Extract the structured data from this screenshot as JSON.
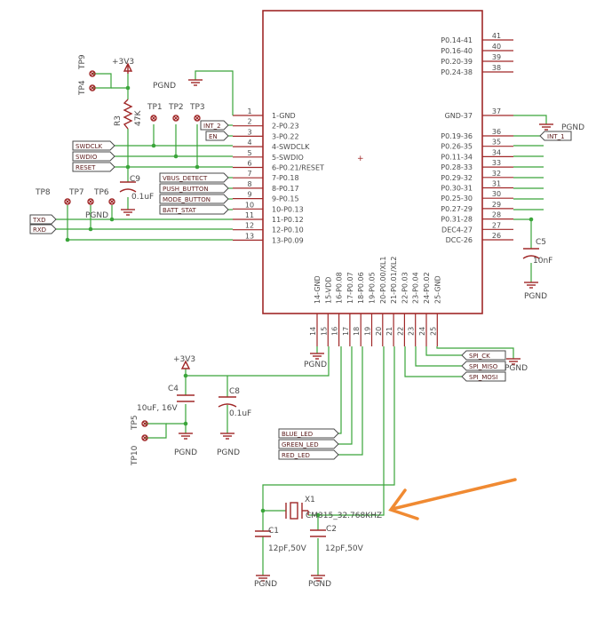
{
  "ic": {
    "left_pins": [
      {
        "num": "1",
        "name": "1-GND"
      },
      {
        "num": "2",
        "name": "2-P0.23"
      },
      {
        "num": "3",
        "name": "3-P0.22"
      },
      {
        "num": "4",
        "name": "4-SWDCLK"
      },
      {
        "num": "5",
        "name": "5-SWDIO"
      },
      {
        "num": "6",
        "name": "6-P0.21/RESET"
      },
      {
        "num": "7",
        "name": "7-P0.18"
      },
      {
        "num": "8",
        "name": "8-P0.17"
      },
      {
        "num": "9",
        "name": "9-P0.15"
      },
      {
        "num": "10",
        "name": "10-P0.13"
      },
      {
        "num": "11",
        "name": "11-P0.12"
      },
      {
        "num": "12",
        "name": "12-P0.10"
      },
      {
        "num": "13",
        "name": "13-P0.09"
      }
    ],
    "right_top_pins": [
      {
        "num": "41",
        "name": "P0.14-41"
      },
      {
        "num": "40",
        "name": "P0.16-40"
      },
      {
        "num": "39",
        "name": "P0.20-39"
      },
      {
        "num": "38",
        "name": "P0.24-38"
      }
    ],
    "gnd37": {
      "num": "37",
      "name": "GND-37"
    },
    "right_pins": [
      {
        "num": "36",
        "name": "P0.19-36"
      },
      {
        "num": "35",
        "name": "P0.26-35"
      },
      {
        "num": "34",
        "name": "P0.11-34"
      },
      {
        "num": "33",
        "name": "P0.28-33"
      },
      {
        "num": "32",
        "name": "P0.29-32"
      },
      {
        "num": "31",
        "name": "P0.30-31"
      },
      {
        "num": "30",
        "name": "P0.25-30"
      },
      {
        "num": "29",
        "name": "P0.27-29"
      },
      {
        "num": "28",
        "name": "P0.31-28"
      },
      {
        "num": "27",
        "name": "DEC4-27"
      },
      {
        "num": "26",
        "name": "DCC-26"
      }
    ],
    "bottom_pins": [
      {
        "num": "14",
        "name": "14-GND"
      },
      {
        "num": "15",
        "name": "15-VDD"
      },
      {
        "num": "16",
        "name": "16-P0.08"
      },
      {
        "num": "17",
        "name": "17-P0.07"
      },
      {
        "num": "18",
        "name": "18-P0.06"
      },
      {
        "num": "19",
        "name": "19-P0.05"
      },
      {
        "num": "20",
        "name": "20-P0.00/XL1"
      },
      {
        "num": "21",
        "name": "21-P0.01/XL2"
      },
      {
        "num": "22",
        "name": "22-P0.03"
      },
      {
        "num": "23",
        "name": "23-P0.04"
      },
      {
        "num": "24",
        "name": "24-P0.02"
      },
      {
        "num": "25",
        "name": "25-GND"
      }
    ]
  },
  "net_labels": {
    "int2": "INT_2",
    "en": "EN",
    "swdclk": "SWDCLK",
    "swdio": "SWDIO",
    "reset": "RESET",
    "vbus": "VBUS_DETECT",
    "push": "PUSH_BUTTON",
    "mode": "MODE_BUTTON",
    "batt": "BATT_STAT",
    "txd": "TXD",
    "rxd": "RXD",
    "int1": "INT_1",
    "spick": "SPI_CK",
    "spimiso": "SPI_MISO",
    "spimosi": "SPI_MOSI",
    "blue": "BLUE_LED",
    "green": "GREEN_LED",
    "red": "RED_LED"
  },
  "components": {
    "tp9": "TP9",
    "tp4": "TP4",
    "tp1": "TP1",
    "tp2": "TP2",
    "tp3": "TP3",
    "tp8": "TP8",
    "tp7": "TP7",
    "tp6": "TP6",
    "tp5": "TP5",
    "tp10": "TP10",
    "r3": "R3",
    "r3_val": "47K",
    "c9": "C9",
    "c9_val": "0.1uF",
    "c5": "C5",
    "c5_val": "10nF",
    "c4": "C4",
    "c4_val": "10uF, 16V",
    "c8": "C8",
    "c8_val": "0.1uF",
    "c1": "C1",
    "c1_val": "12pF,50V",
    "c2": "C2",
    "c2_val": "12pF,50V",
    "x1": "X1",
    "x1_val": "CM315_32.768KHZ"
  },
  "power": {
    "vcc": "+3V3",
    "gnd": "PGND"
  },
  "colors": {
    "wire": "#3aa53a",
    "part": "#a02828",
    "text": "#4a4a4a",
    "arrow": "#f08a32"
  }
}
